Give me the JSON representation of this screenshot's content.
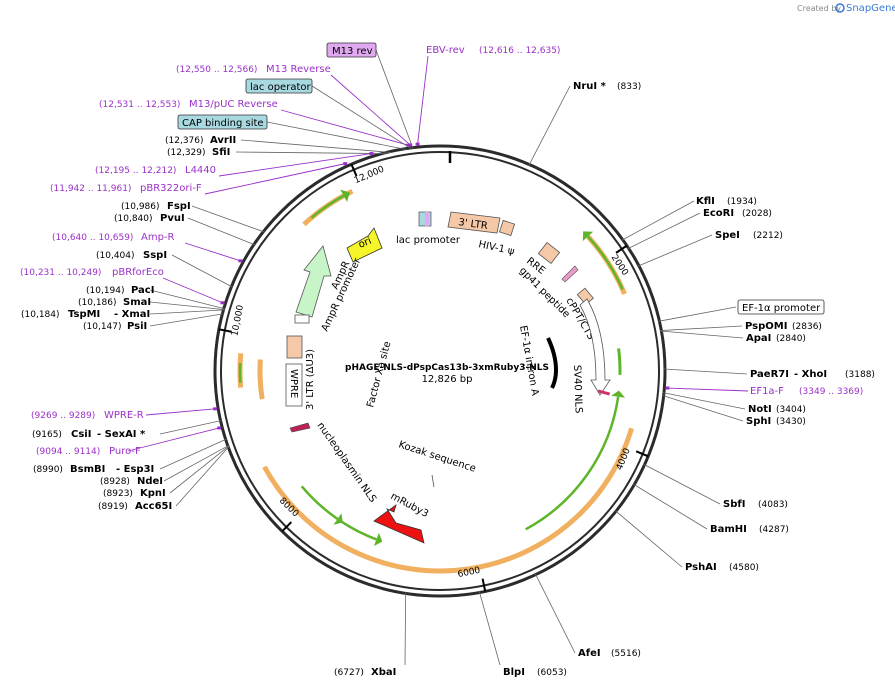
{
  "branding": {
    "created_by": "Created by",
    "product": "SnapGene"
  },
  "plasmid": {
    "name": "pHAGE-NLS-dPspCas13b-3xmRuby3-NLS",
    "length": "12,826 bp",
    "total_bp": 12826
  },
  "colors": {
    "backbone": "#2b2b2b",
    "primer": "#9b30c8",
    "orf_green": "#5fb52a",
    "orf_orange": "#f0b060",
    "feature_orange": "#f5c9a8",
    "ori_yellow": "#f5f52a",
    "ampr_green": "#c8f5c8",
    "mruby_red": "#ee1111",
    "tag_blue": "#a8d8e0",
    "tag_purple": "#e0a8f0"
  },
  "ticks": [
    {
      "bp": 2000,
      "label": "2000"
    },
    {
      "bp": 4000,
      "label": "4000"
    },
    {
      "bp": 6000,
      "label": "6000"
    },
    {
      "bp": 8000,
      "label": "8000"
    },
    {
      "bp": 10000,
      "label": "10,000"
    },
    {
      "bp": 12000,
      "label": "12,000"
    }
  ],
  "sites_right": [
    {
      "name": "NruI *",
      "pos": "(833)",
      "bp": 833
    },
    {
      "name": "KflI",
      "pos": "(1934)",
      "bp": 1934
    },
    {
      "name": "EcoRI",
      "pos": "(2028)",
      "bp": 2028
    },
    {
      "name": "SpeI",
      "pos": "(2212)",
      "bp": 2212
    },
    {
      "name": "PspOMI",
      "pos": "(2836)",
      "bp": 2836
    },
    {
      "name": "ApaI",
      "pos": "(2840)",
      "bp": 2840
    },
    {
      "name": "PaeR7I",
      "name2": "- XhoI",
      "pos": "(3188)",
      "bp": 3188
    },
    {
      "name": "NotI",
      "pos": "(3404)",
      "bp": 3404
    },
    {
      "name": "SphI",
      "pos": "(3430)",
      "bp": 3430
    },
    {
      "name": "SbfI",
      "pos": "(4083)",
      "bp": 4083
    },
    {
      "name": "BamHI",
      "pos": "(4287)",
      "bp": 4287
    },
    {
      "name": "PshAI",
      "pos": "(4580)",
      "bp": 4580
    },
    {
      "name": "AfeI",
      "pos": "(5516)",
      "bp": 5516
    },
    {
      "name": "BlpI",
      "pos": "(6053)",
      "bp": 6053
    },
    {
      "name": "XbaI",
      "pos": "(6727)",
      "bp": 6727
    }
  ],
  "sites_left": [
    {
      "name": "Acc65I",
      "pos": "(8919)",
      "bp": 8919
    },
    {
      "name": "KpnI",
      "pos": "(8923)",
      "bp": 8923
    },
    {
      "name": "NdeI",
      "pos": "(8928)",
      "bp": 8928
    },
    {
      "name": "BsmBI",
      "name2": "- Esp3I",
      "pos": "(8990)",
      "bp": 8990
    },
    {
      "name": "CsiI",
      "name2": "- SexAI *",
      "pos": "(9165)",
      "bp": 9165
    },
    {
      "name": "PsiI",
      "pos": "(10,147)",
      "bp": 10147
    },
    {
      "name": "TspMI",
      "name2": "- XmaI",
      "pos": "(10,184)",
      "bp": 10184
    },
    {
      "name": "SmaI",
      "pos": "(10,186)",
      "bp": 10186
    },
    {
      "name": "PacI",
      "pos": "(10,194)",
      "bp": 10194
    },
    {
      "name": "SspI",
      "pos": "(10,404)",
      "bp": 10404
    },
    {
      "name": "PvuI",
      "pos": "(10,840)",
      "bp": 10840
    },
    {
      "name": "FspI",
      "pos": "(10,986)",
      "bp": 10986
    },
    {
      "name": "SfiI",
      "pos": "(12,329)",
      "bp": 12329
    },
    {
      "name": "AvrII",
      "pos": "(12,376)",
      "bp": 12376
    }
  ],
  "primers": [
    {
      "name": "EBV-rev",
      "pos": "(12,616 .. 12,635)",
      "bp": 12625
    },
    {
      "name": "M13 Reverse",
      "pos": "(12,550 .. 12,566)",
      "bp": 12558
    },
    {
      "name": "M13/pUC Reverse",
      "pos": "(12,531 .. 12,553)",
      "bp": 12542
    },
    {
      "name": "L4440",
      "pos": "(12,195 .. 12,212)",
      "bp": 12203
    },
    {
      "name": "pBR322ori-F",
      "pos": "(11,942 .. 11,961)",
      "bp": 11951
    },
    {
      "name": "Amp-R",
      "pos": "(10,640 .. 10,659)",
      "bp": 10649
    },
    {
      "name": "pBRforEco",
      "pos": "(10,231 .. 10,249)",
      "bp": 10240
    },
    {
      "name": "WPRE-R",
      "pos": "(9269 .. 9289)",
      "bp": 9279
    },
    {
      "name": "Puro-F",
      "pos": "(9094 .. 9114)",
      "bp": 9104
    },
    {
      "name": "EF1a-F",
      "pos": "(3349 .. 3369)",
      "bp": 3359
    }
  ],
  "boxed": [
    {
      "name": "M13 rev",
      "style": "purple"
    },
    {
      "name": "lac operator",
      "style": "blue"
    },
    {
      "name": "CAP binding site",
      "style": "blue"
    },
    {
      "name": "EF-1α promoter",
      "style": "white"
    }
  ],
  "features": {
    "three_ltr": "3' LTR",
    "hiv_psi": "HIV-1 ψ",
    "rre": "RRE",
    "gp41": "gp41 peptide",
    "cppt": "cPPT/CTS",
    "ef1a_intron": "EF-1α intron A",
    "sv40_nls": "SV40 NLS",
    "lac_promoter": "lac promoter",
    "ori": "ori",
    "ampr": "AmpR",
    "ampr_promoter": "AmpR promoter",
    "three_ltr_du3": "3' LTR (ΔU3)",
    "wpre": "WPRE",
    "factor_xa": "Factor Xa site",
    "nucleoplasmin_nls": "nucleoplasmin NLS",
    "mruby3": "mRuby3",
    "kozak": "Kozak sequence"
  }
}
